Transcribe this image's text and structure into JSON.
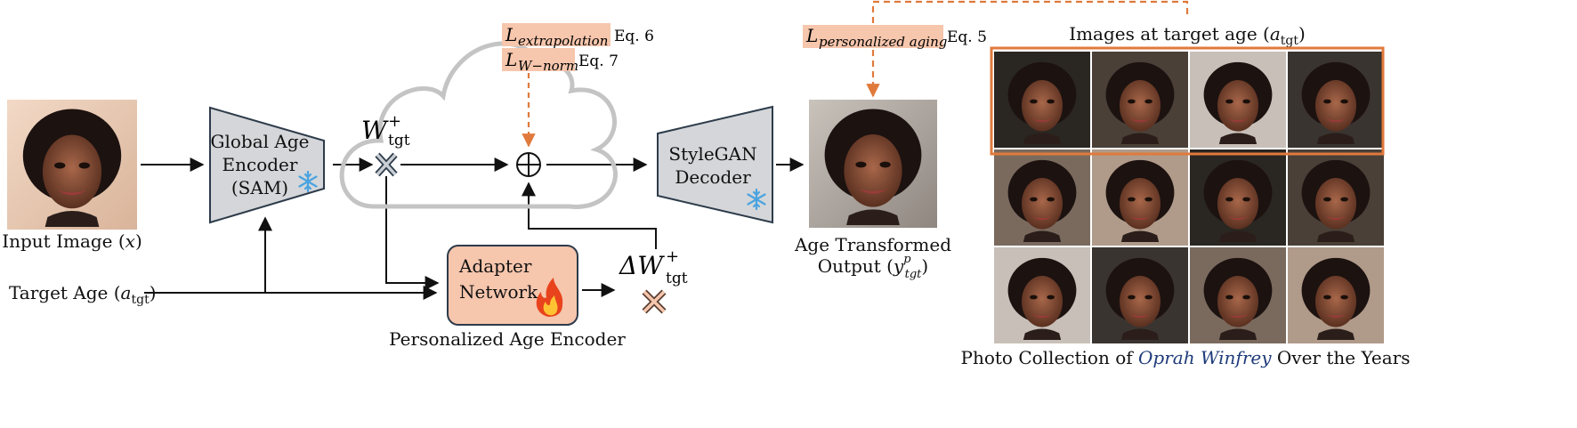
{
  "input": {
    "caption": "Input Image (",
    "var": "x",
    "close": ")"
  },
  "target_age": {
    "caption": "Target Age (",
    "var": "a",
    "sub": "tgt",
    "close": ")"
  },
  "global_encoder": {
    "lines": [
      "Global Age",
      "Encoder",
      "(SAM)"
    ],
    "frozen_icon": "snowflake-icon"
  },
  "latent": {
    "symbol": "W",
    "sup": "+",
    "sub": "tgt"
  },
  "losses_left": [
    {
      "symbol": "L",
      "sub": "extrapolation",
      "eq": "Eq. 6"
    },
    {
      "symbol": "L",
      "sub": "W−norm",
      "eq": "Eq. 7"
    }
  ],
  "loss_right": {
    "symbol": "L",
    "sub": "personalized aging",
    "eq": "Eq. 5"
  },
  "adapter": {
    "lines": [
      "Adapter",
      "Network"
    ],
    "trainable_icon": "fire-icon",
    "caption": "Personalized Age Encoder"
  },
  "delta": {
    "symbol": "ΔW",
    "sup": "+",
    "sub": "tgt"
  },
  "decoder": {
    "lines": [
      "StyleGAN",
      "Decoder"
    ],
    "frozen_icon": "snowflake-icon"
  },
  "output": {
    "caption_line1": "Age Transformed",
    "caption_line2": "Output (",
    "var": "y",
    "sup": "p",
    "sub": "tgt",
    "close": ")"
  },
  "collection": {
    "top_caption": "Images at target age (",
    "top_var": "a",
    "top_sub": "tgt",
    "top_close": ")",
    "bottom_caption_pre": "Photo Collection of ",
    "bottom_caption_name": "Oprah Winfrey",
    "bottom_caption_post": " Over the Years",
    "rows": 3,
    "cols": 4
  },
  "colors": {
    "encoder_fill": "#d4d6d9",
    "encoder_stroke": "#2d3b4a",
    "loss_fill": "#f6c6ad",
    "adapter_fill": "#f6c6ad",
    "dashed": "#e07a3c",
    "highlight_box": "#e07a3c",
    "cloud": "#c4c4c4",
    "snowflake": "#4aa3e0",
    "name_blue": "#1f3b7a"
  }
}
